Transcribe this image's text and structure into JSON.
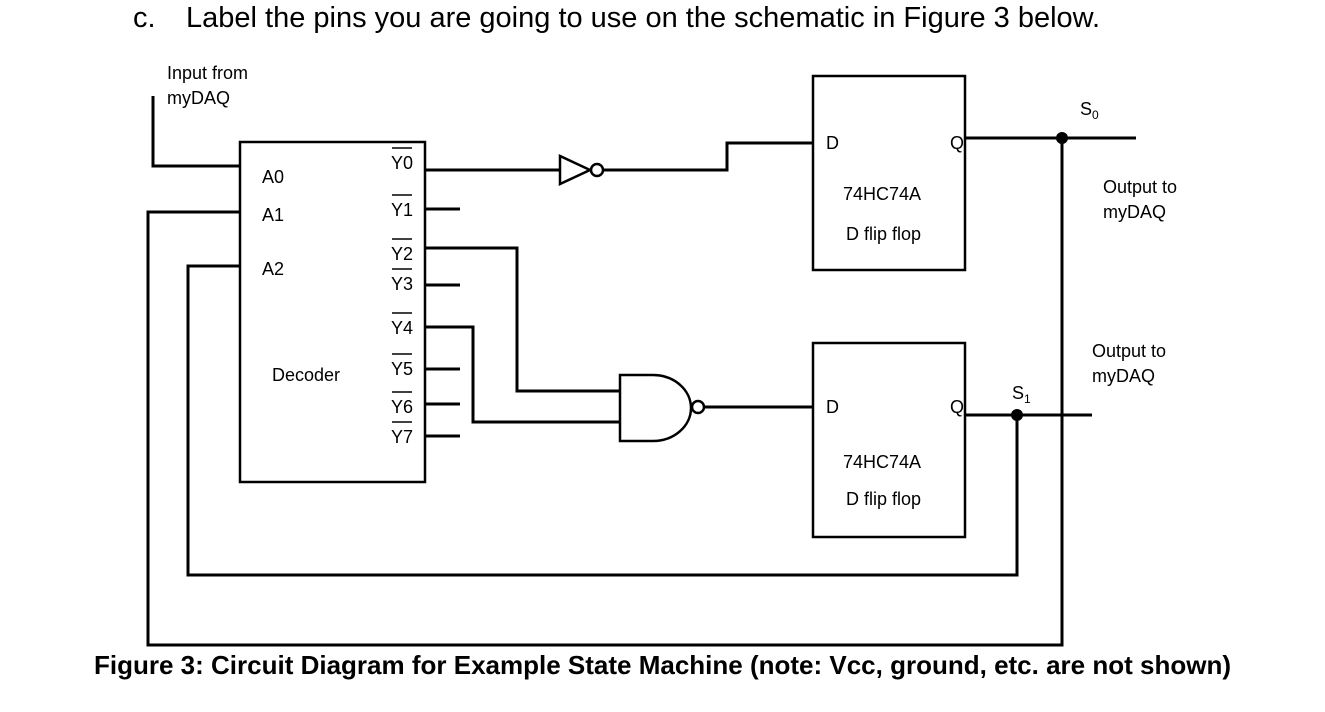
{
  "question": {
    "number": "c.",
    "text": "Label the pins you are going to use on the schematic in Figure 3 below."
  },
  "diagram": {
    "input_label_line1": "Input from",
    "input_label_line2": "myDAQ",
    "decoder": {
      "name": "Decoder",
      "inputs": [
        "A0",
        "A1",
        "A2"
      ],
      "outputs": [
        "Y0",
        "Y1",
        "Y2",
        "Y3",
        "Y4",
        "Y5",
        "Y6",
        "Y7"
      ]
    },
    "flipflop_top": {
      "d_label": "D",
      "q_label": "Q",
      "part": "74HC74A",
      "type": "D flip flop"
    },
    "flipflop_bottom": {
      "d_label": "D",
      "q_label": "Q",
      "part": "74HC74A",
      "type": "D flip flop"
    },
    "s0_label": "S",
    "s0_sub": "0",
    "s1_label": "S",
    "s1_sub": "1",
    "output_top_line1": "Output to",
    "output_top_line2": "myDAQ",
    "output_bottom_line1": "Output to",
    "output_bottom_line2": "myDAQ"
  },
  "caption": "Figure 3: Circuit Diagram for Example State Machine (note: Vcc, ground, etc. are not shown)"
}
